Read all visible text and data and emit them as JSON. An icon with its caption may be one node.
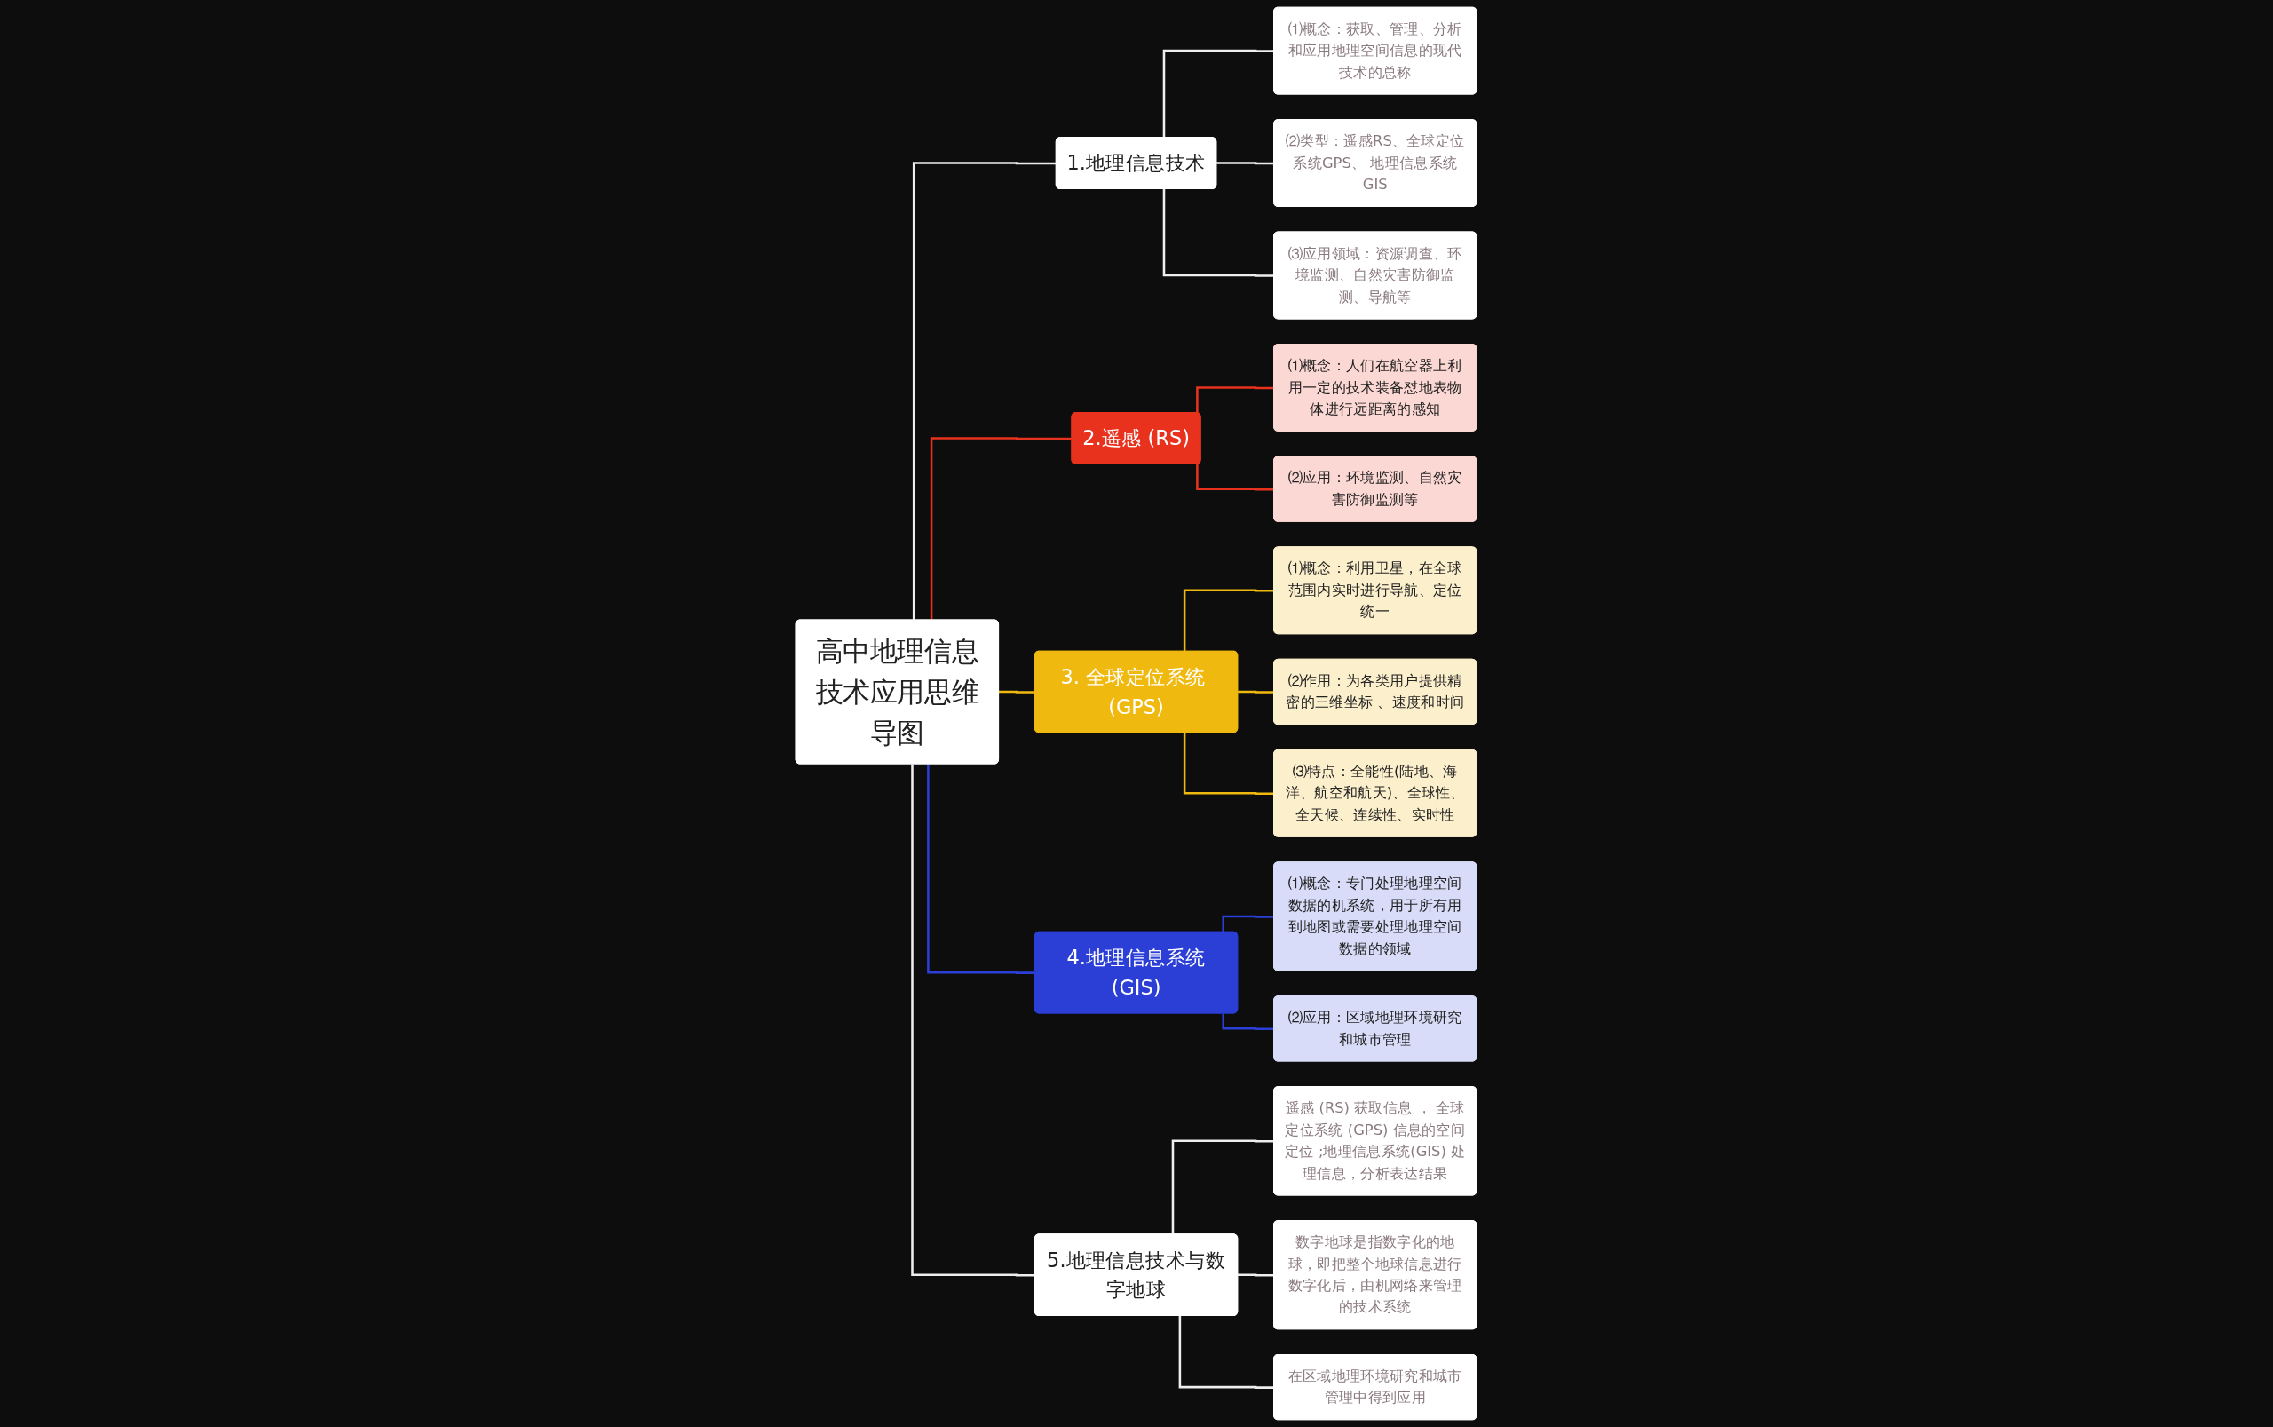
{
  "diagram": {
    "nodes": [
      {
        "text": [
          "高中地理信息技术应用思维导图"
        ]
      },
      {
        "text": [
          "1.地理信息技术"
        ]
      },
      {
        "text": [
          "⑴概念：获取、管理、分析和应用地理空间信息的现代技术的总称"
        ]
      },
      {
        "text": [
          "⑵类型：遥感RS、全球定位系统GPS、 地理信息系统GIS"
        ]
      },
      {
        "text": [
          "⑶应用领域：资源调查、环境监测、自然灾害防御监测、导航等"
        ]
      },
      {
        "text": [
          "2.遥感 (RS)"
        ]
      },
      {
        "text": [
          "⑴概念：人们在航空器上利用一定的技术装备怼地表物体进行远距离的感知"
        ]
      },
      {
        "text": [
          "⑵应用：环境监测、自然灾害防御监测等"
        ]
      },
      {
        "text": [
          "3. 全球定位系统 (GPS)"
        ]
      },
      {
        "text": [
          "⑴概念：利用卫星，在全球范围内实时进行导航、定位统一"
        ]
      },
      {
        "text": [
          "⑵作用：为各类用户提供精密的三维坐标 、速度和时间"
        ]
      },
      {
        "text": [
          "⑶特点：全能性(陆地、海洋、航空和航天)、全球性、全天候、连续性、实时性"
        ]
      },
      {
        "text": [
          "4.地理信息系统(GIS)"
        ]
      },
      {
        "text": [
          "⑴概念：专门处理地理空间数据的机系统，用于所有用到地图或需要处理地理空间数据的领域"
        ]
      },
      {
        "text": [
          "⑵应用：区域地理环境研究和城市管理"
        ]
      },
      {
        "text": [
          "5.地理信息技术与数字地球"
        ]
      },
      {
        "text": [
          "遥感 (RS) 获取信息 ， 全球定位系统 (GPS) 信息的空间定位 ;地理信息系统(GIS) 处理信息，分析表达结果"
        ]
      },
      {
        "text": [
          "数字地球是指数字化的地球，即把整个地球信息进行数字化后，由机网络来管理的技术系统"
        ]
      },
      {
        "text": [
          "在区域地理环境研究和城市管理中得到应用"
        ]
      }
    ],
    "edges": [
      {
        "from": 0,
        "to": 1,
        "arrow": "none"
      },
      {
        "from": 1,
        "to": 2,
        "arrow": "none"
      },
      {
        "from": 1,
        "to": 3,
        "arrow": "none"
      },
      {
        "from": 1,
        "to": 4,
        "arrow": "none"
      },
      {
        "from": 0,
        "to": 5,
        "arrow": "none",
        "color": "#e8321e"
      },
      {
        "from": 5,
        "to": 6,
        "arrow": "none",
        "color": "#e8321e"
      },
      {
        "from": 5,
        "to": 7,
        "arrow": "none",
        "color": "#e8321e"
      },
      {
        "from": 0,
        "to": 8,
        "arrow": "none",
        "color": "#f0b90f"
      },
      {
        "from": 8,
        "to": 9,
        "arrow": "none",
        "color": "#f0b90f"
      },
      {
        "from": 8,
        "to": 10,
        "arrow": "none",
        "color": "#f0b90f"
      },
      {
        "from": 8,
        "to": 11,
        "arrow": "none",
        "color": "#f0b90f"
      },
      {
        "from": 0,
        "to": 12,
        "arrow": "none",
        "color": "#2b3fd6"
      },
      {
        "from": 12,
        "to": 13,
        "arrow": "none",
        "color": "#2b3fd6"
      },
      {
        "from": 12,
        "to": 14,
        "arrow": "none",
        "color": "#2b3fd6"
      },
      {
        "from": 0,
        "to": 15,
        "arrow": "none"
      },
      {
        "from": 15,
        "to": 16,
        "arrow": "none"
      },
      {
        "from": 15,
        "to": 17,
        "arrow": "none"
      },
      {
        "from": 15,
        "to": 18,
        "arrow": "none"
      }
    ]
  }
}
